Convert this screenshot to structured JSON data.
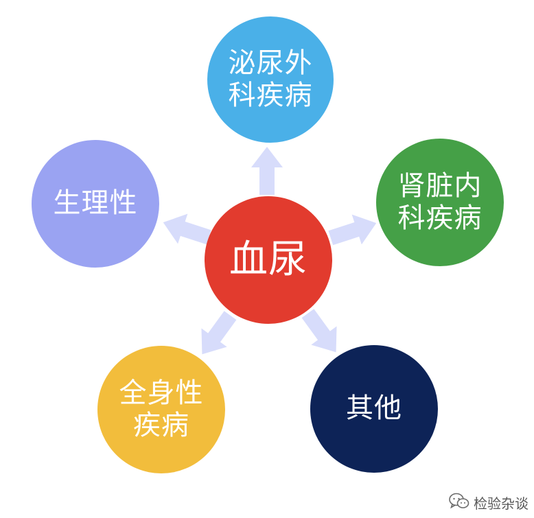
{
  "colors": {
    "center": "#e23b2e",
    "top": "#4ab0e8",
    "right": "#45a047",
    "bottom_right": "#0d2357",
    "bottom_left": "#f2bd3c",
    "left": "#9aa3f2",
    "arrow": "#d7dcfb"
  },
  "center": {
    "label": "血尿"
  },
  "nodes": {
    "top": {
      "lines": [
        "泌尿外",
        "科疾病"
      ]
    },
    "right": {
      "lines": [
        "肾脏内",
        "科疾病"
      ]
    },
    "bottom_right": {
      "lines": [
        "其他"
      ]
    },
    "bottom_left": {
      "lines": [
        "全身性",
        "疾病"
      ]
    },
    "left": {
      "lines": [
        "生理性"
      ]
    }
  },
  "watermark": {
    "text": "检验杂谈",
    "icon": "wechat-icon"
  }
}
